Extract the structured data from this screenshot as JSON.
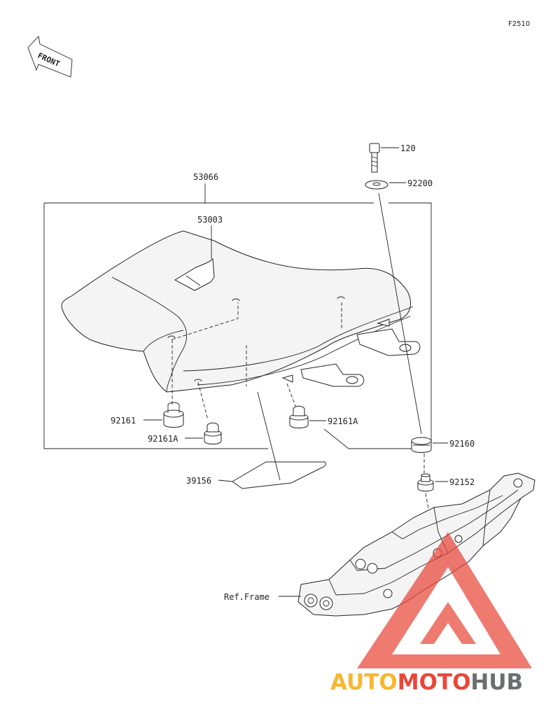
{
  "diagram_code": "F2510",
  "front_arrow_label": "FRONT",
  "parts": {
    "p120": "120",
    "p92200": "92200",
    "p53066": "53066",
    "p53003": "53003",
    "p92161": "92161",
    "p92161A_left": "92161A",
    "p92161A_right": "92161A",
    "p92160": "92160",
    "p92152": "92152",
    "p39156": "39156",
    "ref_frame": "Ref.Frame"
  },
  "watermark": {
    "part1": "AUTO",
    "part2": "MOTO",
    "part3": "HUB",
    "colors": {
      "auto": "#f7b733",
      "moto": "#e8473a",
      "hub": "#6d6e71",
      "triangle": "#e8473a"
    }
  }
}
